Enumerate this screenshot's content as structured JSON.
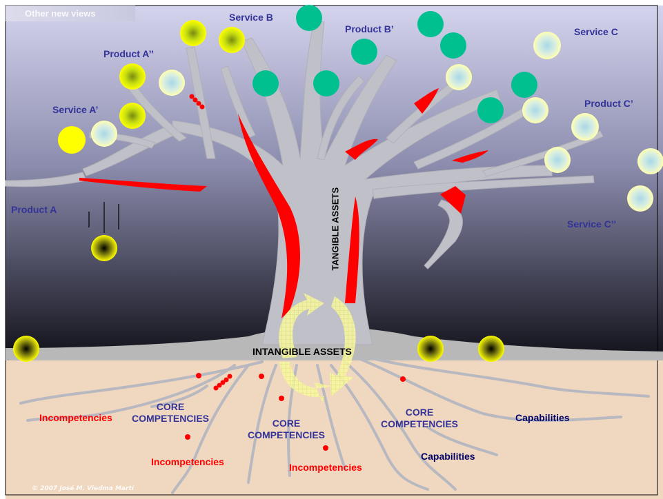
{
  "tab_label": "Other new views",
  "tree_labels": {
    "tangible": "TANGIBLE ASSETS",
    "intangible": "INTANGIBLE ASSETS"
  },
  "products": {
    "product_a": "Product  A",
    "service_a_prime": "Service A’",
    "product_a_dprime": "Product A’’",
    "service_b": "Service B",
    "product_b_prime": "Product B’",
    "service_c": "Service C",
    "product_c_prime": "Product C’",
    "service_c_dprime": "Service C’’"
  },
  "roots": {
    "incompetencies_1": "Incompetencies",
    "incompetencies_2": "Incompetencies",
    "incompetencies_3": "Incompetencies",
    "core_1": "CORE COMPETENCIES",
    "core_2": "CORE COMPETENCIES",
    "core_3": "CORE COMPETENCIES",
    "capabilities_1": "Capabilities",
    "capabilities_2": "Capabilities"
  },
  "copyright": "© 2007 José M. Viedma Martí",
  "colors": {
    "sky_top": "#c8c8e8",
    "sky_bottom": "#14141e",
    "soil": "#f0d8c0",
    "trunk": "#c8c8c8",
    "wound_red": "#ff0000",
    "fruit_yellow": "#ffff00",
    "fruit_teal": "#00c090",
    "fruit_pale": "#ffffc0",
    "label_blue": "#333399",
    "label_red": "#ff0000",
    "label_navy": "#000066"
  }
}
